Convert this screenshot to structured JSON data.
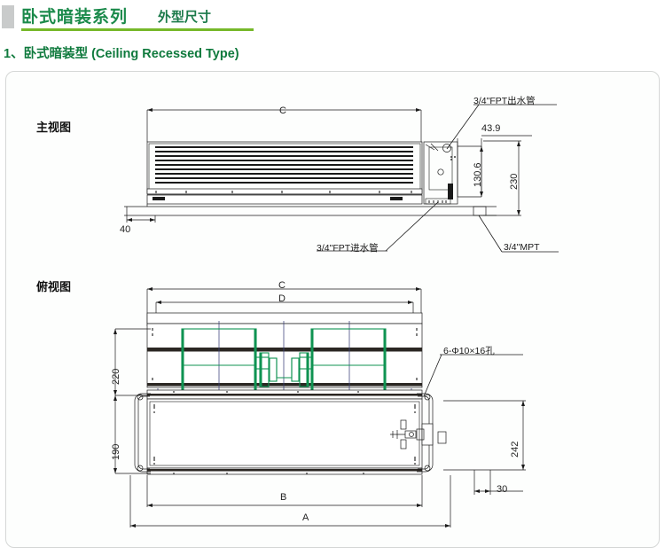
{
  "header": {
    "title_main": "卧式暗装系列",
    "title_sub": "外型尺寸",
    "accent_green": "#1b8a4b",
    "rule_green": "#76b82a",
    "swatch_gray": "#c9cbcb"
  },
  "section": {
    "heading": "1、卧式暗装型 (Ceiling Recessed Type)",
    "heading_color": "#0f7a3d"
  },
  "front_view": {
    "label": "主视图",
    "dimensions": {
      "overall_width": "C",
      "left_offset": "40",
      "pipe_offset": "43.9",
      "mid_height": "130.6",
      "overall_height": "230"
    },
    "callouts": {
      "outlet_pipe": "3/4\"FPT出水管",
      "inlet_pipe": "3/4\"FPT进水管",
      "drain": "3/4\"MPT"
    }
  },
  "top_view": {
    "label": "俯视图",
    "dimensions": {
      "coil_width": "C",
      "panel_width": "D",
      "upper_depth": "220",
      "lower_depth": "190",
      "body_width": "B",
      "overall_width": "A",
      "right_depth": "242",
      "right_offset": "30"
    },
    "callouts": {
      "mounting_holes": "6-Φ10×16孔"
    }
  },
  "colors": {
    "line_dark": "#1a1a1a",
    "line_green": "#0f9352",
    "line_blue": "#3a3f7a",
    "frame_border": "#d5d7d6"
  }
}
